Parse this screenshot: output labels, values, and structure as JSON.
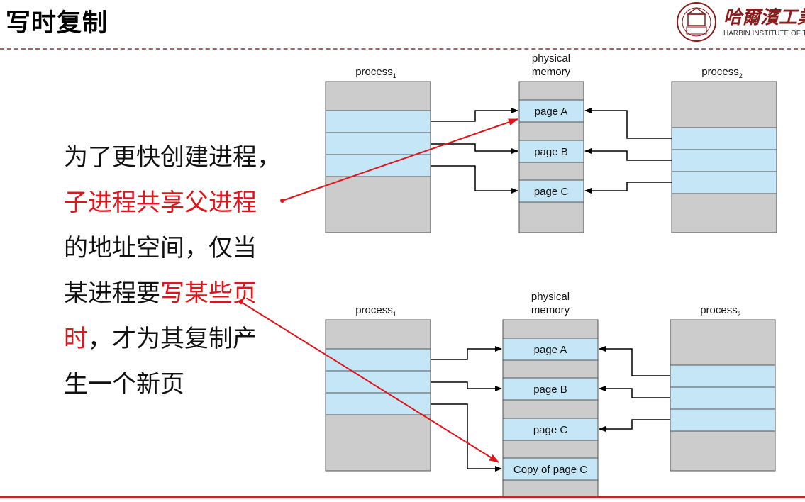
{
  "title": "写时复制",
  "logo": {
    "name": "哈爾濱工業",
    "subtitle": "HARBIN INSTITUTE OF T"
  },
  "body": {
    "line1": "为了更快创建进程，",
    "line2_red": "子进程共享父进程",
    "line3": "的地址空间，仅当",
    "line4_black": "某进程要",
    "line4_red": "写某些页",
    "line5_red": "时",
    "line5_black": "，才为其复制产",
    "line6": "生一个新页"
  },
  "top_diagram": {
    "process1_label": "process",
    "process1_sub": "1",
    "memory_label_line1": "physical",
    "memory_label_line2": "memory",
    "process2_label": "process",
    "process2_sub": "2",
    "pages": [
      "page A",
      "page B",
      "page C"
    ]
  },
  "bottom_diagram": {
    "process1_label": "process",
    "process1_sub": "1",
    "memory_label_line1": "physical",
    "memory_label_line2": "memory",
    "process2_label": "process",
    "process2_sub": "2",
    "pages": [
      "page A",
      "page B",
      "page C",
      "Copy of page C"
    ]
  },
  "colors": {
    "gray_block": "#cccccc",
    "page_block": "#c5e6f7",
    "arrow": "#000000",
    "pointer": "#e0151b",
    "title_rule": "#9a6a6a",
    "bottom_rule": "#c0282c"
  }
}
